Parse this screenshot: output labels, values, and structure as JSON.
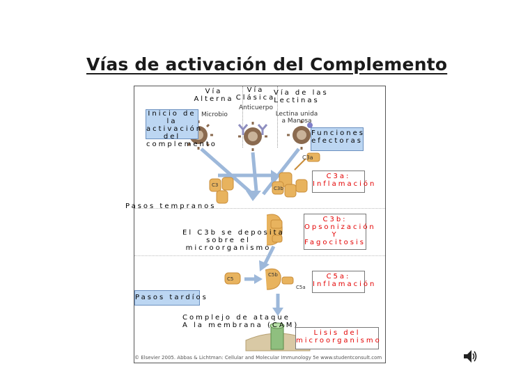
{
  "title": "Vías de activación del Complemento",
  "pathways": {
    "alterna_line1": "Vía",
    "alterna_line2": "Alterna",
    "clasica_line1": "Vía",
    "clasica_line2": "Clásica",
    "lectinas_line1": "Vía de las",
    "lectinas_line2": "Lectinas"
  },
  "figure_labels": {
    "microbio": "Microbio",
    "anticuerpo": "Anticuerpo",
    "lectina_line1": "Lectina unida",
    "lectina_line2": "a Manosa",
    "c3a": "C3a",
    "c3": "C3",
    "c3b": "C3b",
    "c5": "C5",
    "c5b": "C5b",
    "c5a": "C5a",
    "copyright": "© Elsevier 2005. Abbas & Lichtman: Cellular and Molecular Immunology 5e www.studentconsult.com"
  },
  "left_boxes": {
    "inicio_line1": "Inicio de la",
    "inicio_line2": "activación del",
    "inicio_line3": "complemento",
    "pasos_tempranos": "Pasos tempranos",
    "pasos_tardios": "Pasos tardíos"
  },
  "middle_labels": {
    "deposito_line1": "El C3b se deposita",
    "deposito_line2": "sobre el",
    "deposito_line3": "microorganismo",
    "cam_line1": "Complejo de ataque",
    "cam_line2": "A la membrana (CAM)"
  },
  "right_boxes": {
    "funciones_line1": "Funciones",
    "funciones_line2": "efectoras",
    "c3a_line1": "C3a:",
    "c3a_line2": "Inflamación",
    "c3b_line1": "C3b:",
    "c3b_line2": "Opsonización",
    "c3b_line3": "Y",
    "c3b_line4": "Fagocitosis",
    "c5a_line1": "C5a:",
    "c5a_line2": "Inflamación",
    "lisis_line1": "Lisis del",
    "lisis_line2": "microorganismo"
  },
  "colors": {
    "accent_red": "#e30000",
    "blue_box": "#bcd6f2",
    "protein_orange": "#e8b35e",
    "arrow_blue": "#9db8da",
    "microbe_brown": "#8a6a4f"
  },
  "icons": {
    "speaker": "speaker-icon"
  }
}
